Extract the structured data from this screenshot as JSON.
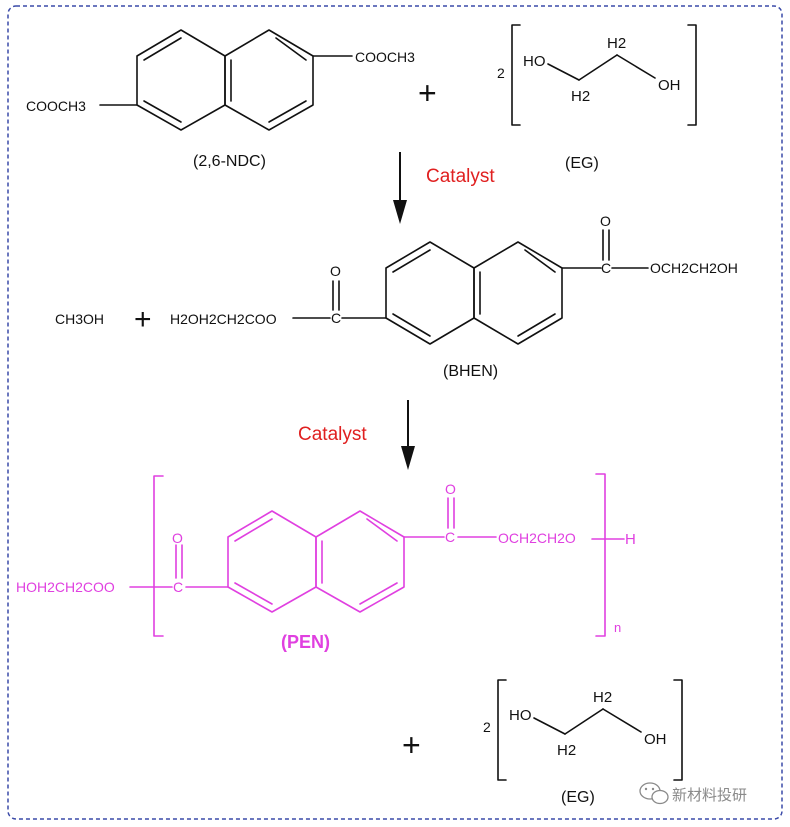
{
  "colors": {
    "ink": "#111111",
    "catalyst": "#e02020",
    "product": "#e040e0",
    "frame": "#3a4aa8",
    "watermark": "#8a8a8a"
  },
  "step1": {
    "ndc_left_group": "COOCH3",
    "ndc_right_group": "COOCH3",
    "ndc_label": "(2,6-NDC)",
    "plus": "+",
    "eg_coef": "2",
    "eg_ho": "HO",
    "eg_oh": "OH",
    "eg_h2_top": "H2",
    "eg_h2_bottom": "H2",
    "eg_label": "(EG)"
  },
  "arrow1_label": "Catalyst",
  "step2": {
    "methanol": "CH3OH",
    "plus": "+",
    "left_group": "H2OH2CH2COO",
    "left_o": "O",
    "left_c": "C",
    "right_o": "O",
    "right_c": "C",
    "right_group": "OCH2CH2OH",
    "bhen_label": "(BHEN)"
  },
  "arrow2_label": "Catalyst",
  "step3": {
    "left_group": "HOH2CH2COO",
    "left_o": "O",
    "left_c": "C",
    "right_o": "O",
    "right_c": "C",
    "right_group": "OCH2CH2O",
    "end_h": "H",
    "repeat_n": "n",
    "pen_label": "(PEN)"
  },
  "step4": {
    "plus": "+",
    "eg_coef": "2",
    "eg_ho": "HO",
    "eg_oh": "OH",
    "eg_h2_top": "H2",
    "eg_h2_bottom": "H2",
    "eg_label": "(EG)"
  },
  "watermark": {
    "icon": "wechat-icon",
    "text": "新材料投研"
  }
}
